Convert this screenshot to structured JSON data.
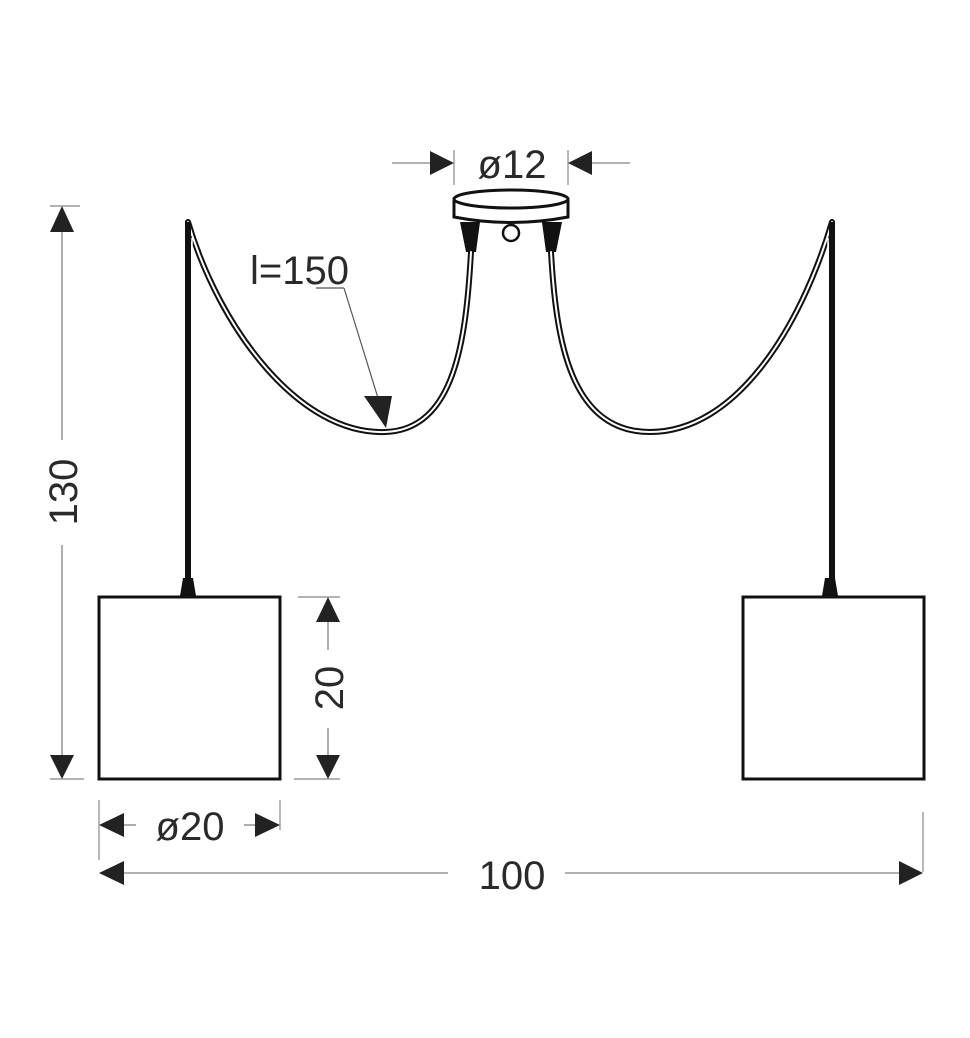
{
  "diagram": {
    "type": "technical-dimension-drawing",
    "subject": "double pendant lamp with ceiling canopy",
    "units_shown": false,
    "colors": {
      "line": "#111111",
      "dimension_line": "#9a9a9a",
      "arrow": "#222222",
      "text": "#2a2a2a",
      "background": "#ffffff"
    },
    "dimensions": {
      "canopy_diameter": "ø12",
      "cable_length": "l=150",
      "total_height": "130",
      "shade_height": "20",
      "shade_diameter": "ø20",
      "total_width": "100"
    },
    "components": [
      {
        "name": "ceiling-canopy",
        "label": "ø12"
      },
      {
        "name": "left-cable",
        "label": "l=150"
      },
      {
        "name": "right-cable"
      },
      {
        "name": "left-shade",
        "label": "ø20"
      },
      {
        "name": "right-shade"
      }
    ]
  }
}
